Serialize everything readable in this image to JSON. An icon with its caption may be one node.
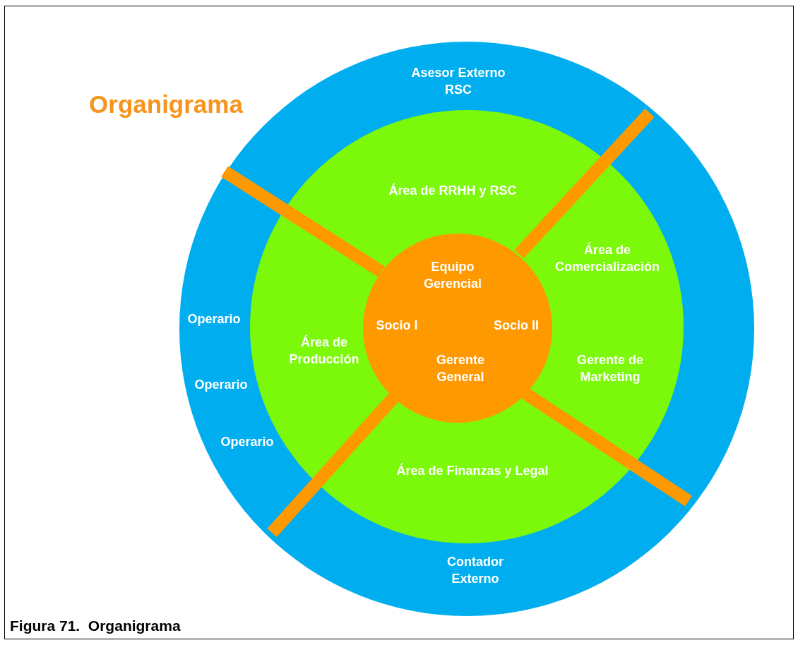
{
  "diagram": {
    "title": "Organigrama",
    "caption": "Figura 71.  Organigrama",
    "nodes": [
      {
        "text": [],
        "shape": "circle"
      },
      {
        "text": [
          "Asesor Externo RSC"
        ],
        "in": 0
      },
      {
        "text": [],
        "shape": "circle",
        "in": 0
      },
      {
        "text": [
          "Área de RRHH y RSC"
        ],
        "in": 2
      },
      {
        "text": [
          "Área de Comercialización"
        ],
        "in": 2
      },
      {
        "text": [],
        "shape": "circle",
        "in": 2
      },
      {
        "text": [
          "Equipo Gerencial"
        ],
        "in": 5
      },
      {
        "text": [
          "Socio I"
        ],
        "in": 5
      },
      {
        "text": [
          "Socio II"
        ],
        "in": 5
      },
      {
        "text": [
          "Gerente General"
        ],
        "in": 5
      },
      {
        "text": [
          "Operario"
        ],
        "in": 0
      },
      {
        "text": [
          "Área de Producción"
        ],
        "in": 2
      },
      {
        "text": [
          "Gerente de Marketing"
        ],
        "in": 2
      },
      {
        "text": [
          "Operario"
        ],
        "in": 0
      },
      {
        "text": [
          "Operario"
        ],
        "in": 0
      },
      {
        "text": [
          "Área de Finanzas y Legal"
        ],
        "in": 2
      },
      {
        "text": [
          "Contador Externo"
        ],
        "in": 0
      }
    ]
  }
}
